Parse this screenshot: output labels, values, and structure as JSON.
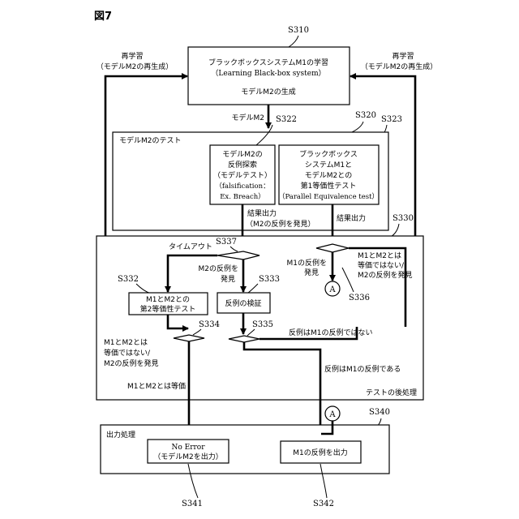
{
  "figure_label": "図7",
  "s310": {
    "step": "S310",
    "title": "ブラックボックスシステムM1の学習",
    "subtitle": "（Learning Black-box system）",
    "body": "モデルM2の生成"
  },
  "relearn_left": {
    "line1": "再学習",
    "line2": "（モデルM2の再生成）"
  },
  "relearn_right": {
    "line1": "再学習",
    "line2": "（モデルM2の再生成）"
  },
  "model_m2_arrow_label": "モデルM2",
  "s320": {
    "step": "S320",
    "title": "モデルM2のテスト"
  },
  "s322": {
    "step": "S322",
    "lines": [
      "モデルM2の",
      "反例探索",
      "（モデルテスト）",
      "（falsification：",
      "Ex. Breach）"
    ]
  },
  "s323": {
    "step": "S323",
    "lines": [
      "ブラックボックス",
      "システムM1と",
      "モデルM2との",
      "第1等価性テスト",
      "（Parallel Equivalence test）"
    ]
  },
  "result_left": {
    "line1": "結果出力",
    "line2": "（M2の反例を発見）"
  },
  "result_right": "結果出力",
  "s330": {
    "step": "S330",
    "footer": "テストの後処理"
  },
  "s337": {
    "step": "S337",
    "timeout": "タイムアウト",
    "found_line1": "M2の反例を",
    "found_line2": "発見"
  },
  "s336": {
    "step": "S336",
    "left_line1": "M1の反例を",
    "left_line2": "発見",
    "right_lines": [
      "M1とM2とは",
      "等価ではない/",
      "M2の反例を発見"
    ],
    "connector": "A"
  },
  "s332": {
    "step": "S332",
    "line1": "M1とM2との",
    "line2": "第2等価性テスト"
  },
  "s333": {
    "step": "S333",
    "label": "反例の検証"
  },
  "s334": {
    "step": "S334",
    "left_lines": [
      "M1とM2とは",
      "等価ではない/",
      "M2の反例を発見"
    ],
    "equal": "M1とM2とは等価"
  },
  "s335": {
    "step": "S335",
    "not_m1": "反例はM1の反例ではない",
    "is_m1": "反例はM1の反例である"
  },
  "s340": {
    "step": "S340",
    "title": "出力処理",
    "connector": "A"
  },
  "s341": {
    "step": "S341",
    "line1": "No Error",
    "line2": "（モデルM2を出力）"
  },
  "s342": {
    "step": "S342",
    "label": "M1の反例を出力"
  }
}
